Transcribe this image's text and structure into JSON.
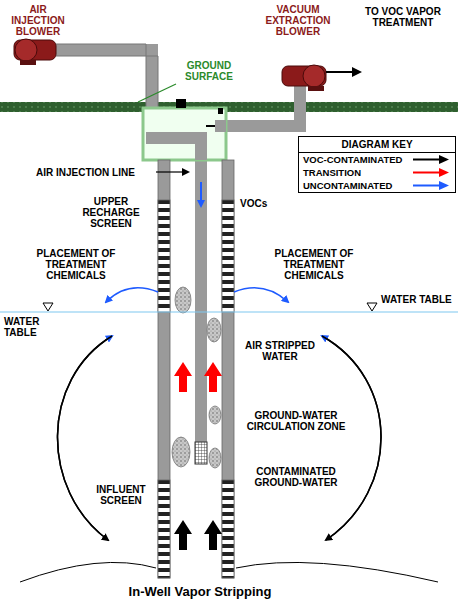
{
  "diagram": {
    "caption": "In-Well Vapor Stripping",
    "labels": [
      "AIR INJECTION BLOWER",
      "VACUUM EXTRACTION BLOWER",
      "TO VOC VAPOR TREATMENT",
      "GROUND SURFACE",
      "DIAGRAM KEY",
      "AIR INJECTION LINE",
      "UPPER RECHARGE SCREEN",
      "VOCs",
      "PLACEMENT OF TREATMENT CHEMICALS",
      "PLACEMENT OF TREATMENT CHEMICALS",
      "WATER TABLE",
      "WATER TABLE",
      "AIR STRIPPED WATER",
      "GROUND-WATER CIRCULATION ZONE",
      "CONTAMINATED GROUND-WATER",
      "INFLUENT SCREEN"
    ],
    "legend": [
      {
        "text": "VOC-CONTAMINATED",
        "color": "#000000"
      },
      {
        "text": "TRANSITION",
        "color": "#ff0000"
      },
      {
        "text": "UNCONTAMINATED",
        "color": "#1e5bff"
      }
    ]
  }
}
